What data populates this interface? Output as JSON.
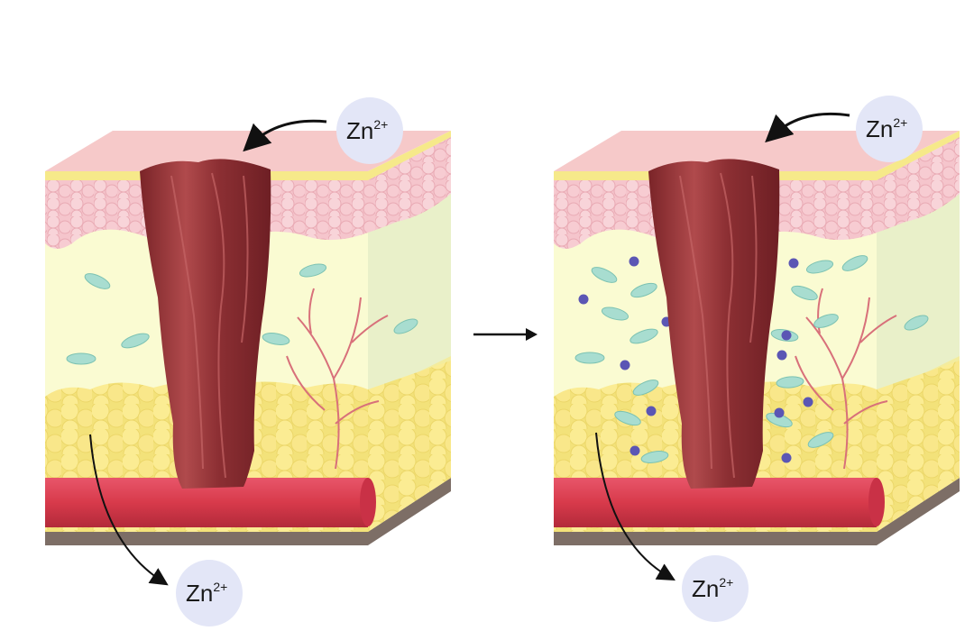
{
  "diagram": {
    "panels": [
      {
        "id": "before",
        "ion_top": {
          "base": "Zn",
          "sup": "2+"
        },
        "ion_bottom": {
          "base": "Zn",
          "sup": "2+"
        }
      },
      {
        "id": "after",
        "ion_top": {
          "base": "Zn",
          "sup": "2+"
        },
        "ion_bottom": {
          "base": "Zn",
          "sup": "2+"
        }
      }
    ],
    "transition_arrow": "right-arrow",
    "colors": {
      "epidermis_top": "#f6c9c9",
      "yellow_band": "#f6e98a",
      "dermis_cells": "#f5c5cc",
      "dermis_face": "#fafbd2",
      "side_face": "#e9f0c9",
      "fat": "#f7e27a",
      "fat_face": "#f3ec9e",
      "vessel": "#d83a4b",
      "base": "#7d6e66",
      "tissue": "#8c2f33",
      "fibroblast": "#a8ddd0",
      "zinc_dot": "#5b56b4",
      "ion_circle": "#e3e6f7"
    }
  }
}
